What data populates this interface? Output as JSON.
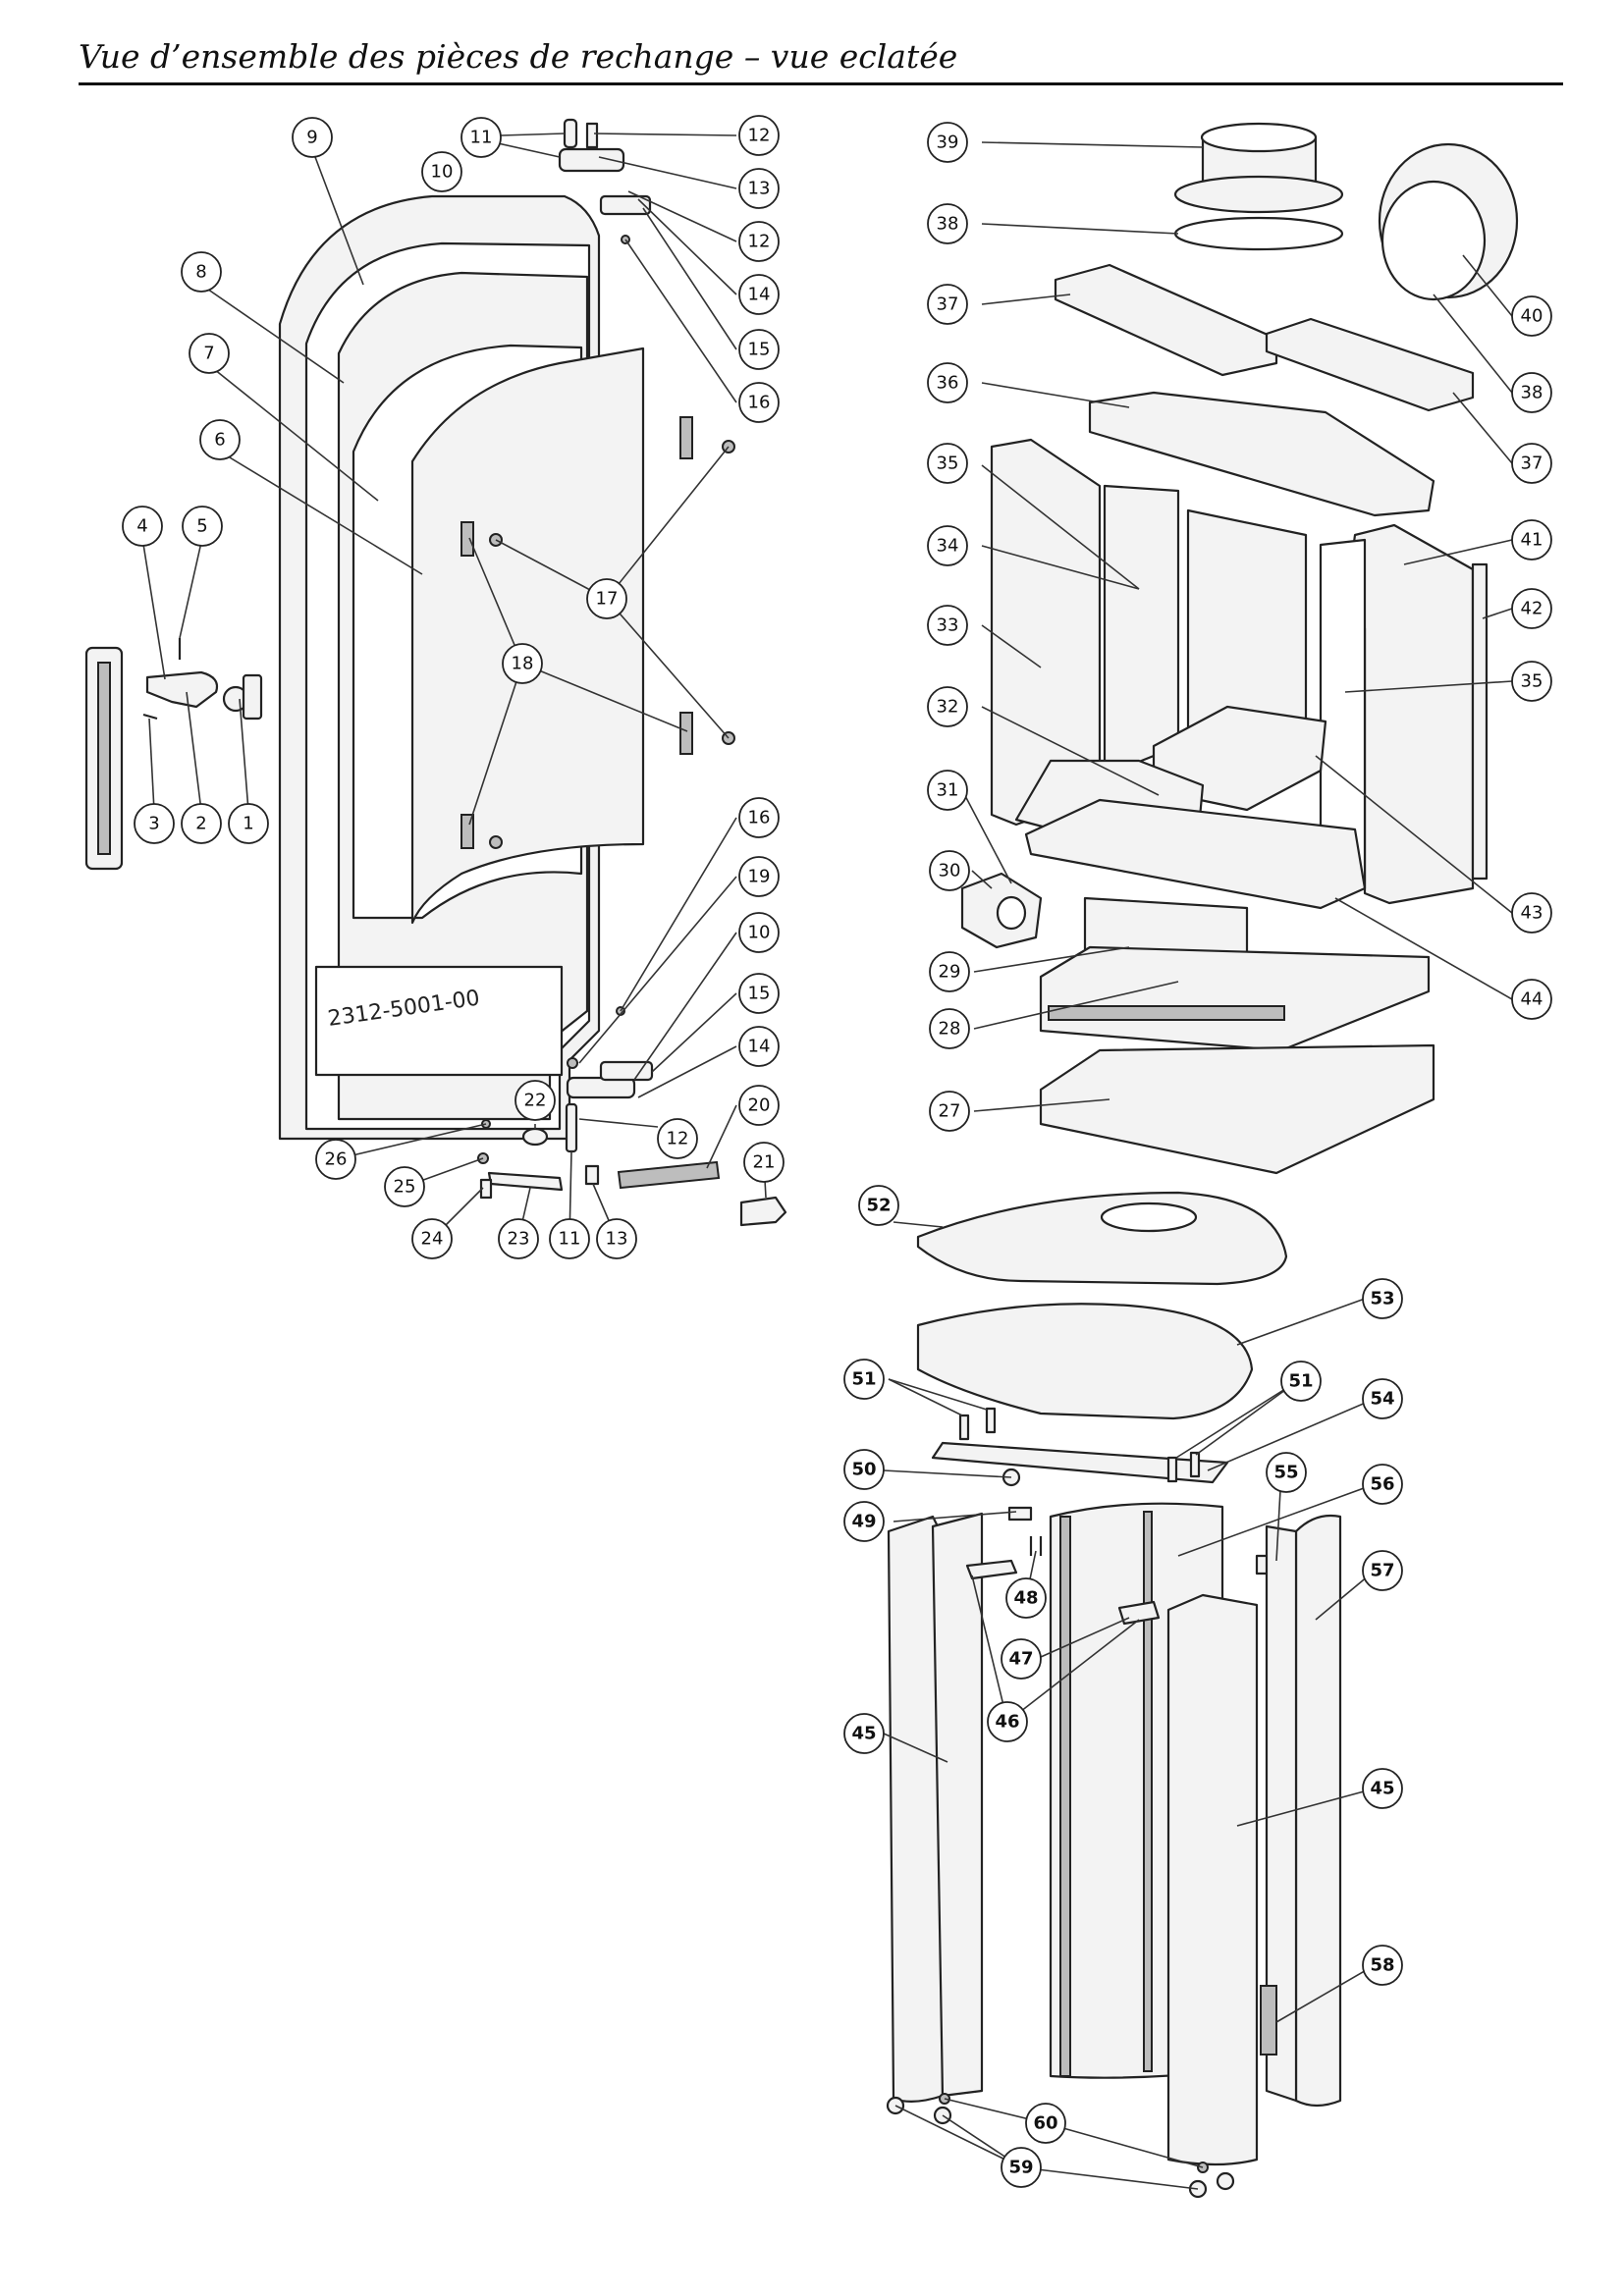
{
  "page": {
    "title": "Vue d’ensemble des pièces de rechange – vue eclatée"
  },
  "door_marking": "2312-5001-00",
  "callouts": [
    {
      "label": "1"
    },
    {
      "label": "2"
    },
    {
      "label": "3"
    },
    {
      "label": "4"
    },
    {
      "label": "5"
    },
    {
      "label": "6"
    },
    {
      "label": "7"
    },
    {
      "label": "8"
    },
    {
      "label": "9"
    },
    {
      "label": "10"
    },
    {
      "label": "11"
    },
    {
      "label": "12"
    },
    {
      "label": "13"
    },
    {
      "label": "12"
    },
    {
      "label": "14"
    },
    {
      "label": "15"
    },
    {
      "label": "16"
    },
    {
      "label": "17"
    },
    {
      "label": "18"
    },
    {
      "label": "16"
    },
    {
      "label": "19"
    },
    {
      "label": "10"
    },
    {
      "label": "15"
    },
    {
      "label": "14"
    },
    {
      "label": "20"
    },
    {
      "label": "22"
    },
    {
      "label": "12"
    },
    {
      "label": "26"
    },
    {
      "label": "25"
    },
    {
      "label": "21"
    },
    {
      "label": "24"
    },
    {
      "label": "23"
    },
    {
      "label": "11"
    },
    {
      "label": "13"
    },
    {
      "label": "39"
    },
    {
      "label": "38"
    },
    {
      "label": "37"
    },
    {
      "label": "40"
    },
    {
      "label": "38"
    },
    {
      "label": "36"
    },
    {
      "label": "37"
    },
    {
      "label": "35"
    },
    {
      "label": "41"
    },
    {
      "label": "34"
    },
    {
      "label": "42"
    },
    {
      "label": "33"
    },
    {
      "label": "35"
    },
    {
      "label": "32"
    },
    {
      "label": "31"
    },
    {
      "label": "43"
    },
    {
      "label": "30"
    },
    {
      "label": "29"
    },
    {
      "label": "44"
    },
    {
      "label": "28"
    },
    {
      "label": "27"
    },
    {
      "label": "52"
    },
    {
      "label": "53"
    },
    {
      "label": "51"
    },
    {
      "label": "51"
    },
    {
      "label": "54"
    },
    {
      "label": "50"
    },
    {
      "label": "55"
    },
    {
      "label": "49"
    },
    {
      "label": "56"
    },
    {
      "label": "57"
    },
    {
      "label": "48"
    },
    {
      "label": "47"
    },
    {
      "label": "46"
    },
    {
      "label": "45"
    },
    {
      "label": "45"
    },
    {
      "label": "58"
    },
    {
      "label": "60"
    },
    {
      "label": "59"
    }
  ]
}
